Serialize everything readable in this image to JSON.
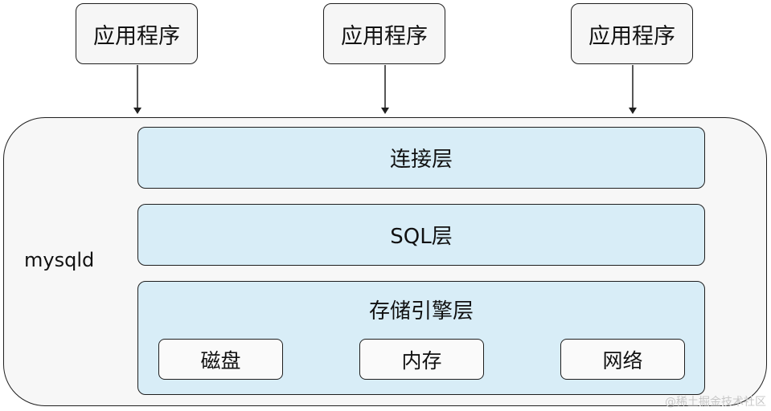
{
  "apps": [
    {
      "label": "应用程序"
    },
    {
      "label": "应用程序"
    },
    {
      "label": "应用程序"
    }
  ],
  "mysqld": {
    "label": "mysqld",
    "layers": {
      "connection": "连接层",
      "sql": "SQL层",
      "storage": "存储引擎层"
    },
    "resources": {
      "disk": "磁盘",
      "memory": "内存",
      "network": "网络"
    }
  },
  "watermark": "@稀土掘金技术社区",
  "colors": {
    "layer_fill": "#d8edf7",
    "outline": "#1f1f1f",
    "container_fill": "#f7f7f7"
  }
}
